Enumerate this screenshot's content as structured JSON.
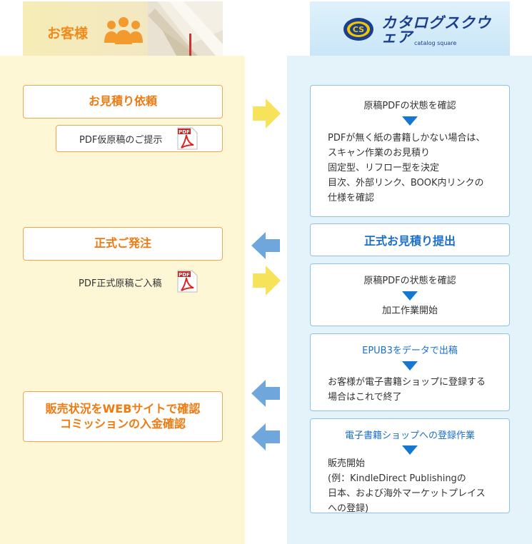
{
  "header": {
    "customer_label": "お客様",
    "brand_name": "カタログスクウェア",
    "brand_sub": "catalog square",
    "brand_logo_text": "CS"
  },
  "left": {
    "estimate_request": "お見積り依頼",
    "pdf_draft": "PDF仮原稿のご提示",
    "order": "正式ご発注",
    "pdf_final": "PDF正式原稿ご入稿",
    "sales_line1": "販売状況をWEBサイトで確認",
    "sales_line2": "コミッションの入金確認"
  },
  "right": {
    "box1_title": "原稿PDFの状態を確認",
    "box1_lines": [
      "PDFが無く紙の書籍しかない場合は、",
      "スキャン作業のお見積り",
      "固定型、リフロー型を決定",
      "目次、外部リンク、BOOK内リンクの",
      "仕様を確認"
    ],
    "box2_title": "正式お見積り提出",
    "box3_title": "原稿PDFの状態を確認",
    "box3_line": "加工作業開始",
    "box4_title": "EPUB3をデータで出稿",
    "box4_lines": [
      "お客様が電子書籍ショップに登録する",
      "場合はこれで終了"
    ],
    "box5_title": "電子書籍ショップへの登録作業",
    "box5_lines": [
      "販売開始",
      "(例：KindleDirect Publishingの",
      "日本、および海外マーケットプレイス",
      "への登録)"
    ]
  },
  "pdf_icon_text": "PDF",
  "colors": {
    "orange": "#f07a10",
    "blue": "#1a6fd0",
    "arrow_yellow": "#f7e35a",
    "arrow_blue": "#6fa6dc"
  }
}
